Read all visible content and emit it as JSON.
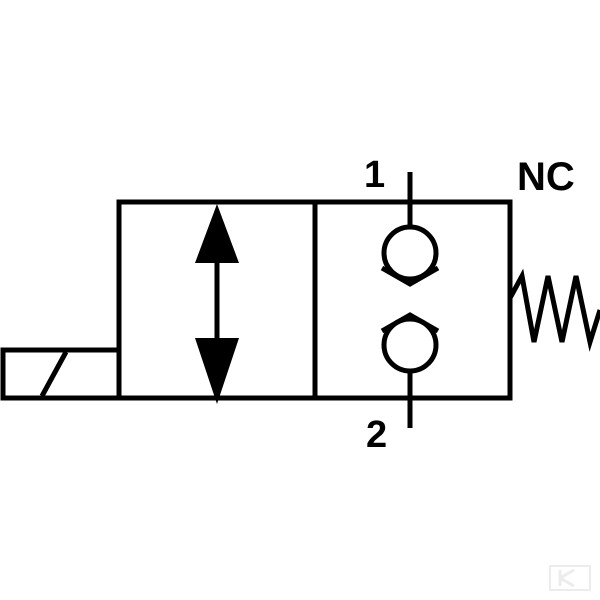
{
  "diagram": {
    "mode_label": "NC",
    "ports": {
      "inlet": "1",
      "outlet": "2"
    },
    "actuator": "solenoid-icon",
    "return_element": "spring-icon",
    "position_a": "bidirectional-arrow-icon",
    "position_b": "double-check-valve-icon",
    "line_color": "#000000",
    "watermark": "K"
  }
}
